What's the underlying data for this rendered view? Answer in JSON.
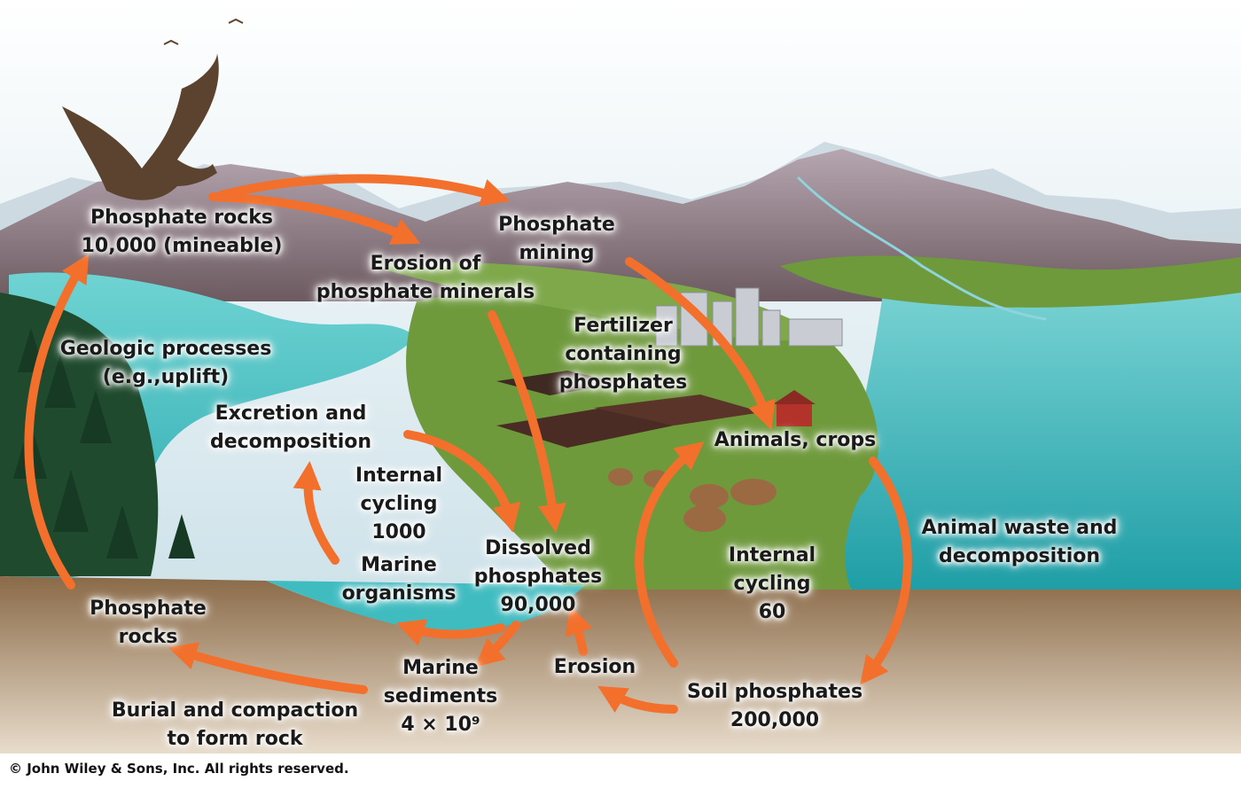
{
  "colors": {
    "arrow": "#f2702c",
    "sky_top": "#ffffff",
    "sky_bottom": "#cfe3ea",
    "mountain": "#8a7480",
    "land": "#6f9a3c",
    "water": "#3fbcc0",
    "soil": "#9c7a56",
    "forest": "#1f4a2e",
    "text": "#1a1a1a"
  },
  "labels": {
    "phosphate_rocks_top": [
      "Phosphate rocks",
      "10,000 (mineable)"
    ],
    "phosphate_mining": [
      "Phosphate",
      "mining"
    ],
    "erosion_minerals": [
      "Erosion of",
      "phosphate minerals"
    ],
    "fertilizer": [
      "Fertilizer",
      "containing",
      "phosphates"
    ],
    "geologic": [
      "Geologic processes",
      "(e.g.,uplift)"
    ],
    "excretion": [
      "Excretion and",
      "decomposition"
    ],
    "internal_marine": [
      "Internal",
      "cycling",
      "1000"
    ],
    "marine_organisms": [
      "Marine",
      "organisms"
    ],
    "dissolved": [
      "Dissolved",
      "phosphates",
      "90,000"
    ],
    "animals_crops": [
      "Animals, crops"
    ],
    "internal_land": [
      "Internal",
      "cycling",
      "60"
    ],
    "animal_waste": [
      "Animal waste and",
      "decomposition"
    ],
    "phosphate_rocks_bottom": [
      "Phosphate",
      "rocks"
    ],
    "marine_sediments": [
      "Marine",
      "sediments",
      "4 × 10⁹"
    ],
    "erosion": [
      "Erosion"
    ],
    "soil_phosphates": [
      "Soil phosphates",
      "200,000"
    ],
    "burial": [
      "Burial and compaction",
      "to form rock"
    ]
  },
  "credit": "© John Wiley & Sons, Inc. All rights reserved.",
  "icons": [
    "eagle-icon",
    "bird-icon",
    "cow-icon",
    "barn-icon",
    "city-icon",
    "tree-icon"
  ]
}
